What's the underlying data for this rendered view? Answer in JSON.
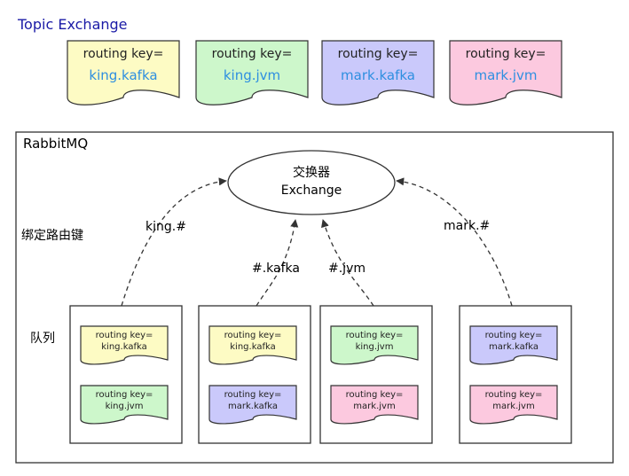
{
  "title": "Topic Exchange",
  "colors": {
    "title": "#1a1aa6",
    "accent_text": "#2e8fe0",
    "yellow": "#fdfbc4",
    "green": "#cdf7cb",
    "purple": "#cac9fb",
    "pink": "#fcc9df",
    "stroke": "#333333"
  },
  "messages": [
    {
      "label": "routing key=",
      "key": "king.kafka",
      "color": "yellow"
    },
    {
      "label": "routing key=",
      "key": "king.jvm",
      "color": "green"
    },
    {
      "label": "routing key=",
      "key": "mark.kafka",
      "color": "purple"
    },
    {
      "label": "routing key=",
      "key": "mark.jvm",
      "color": "pink"
    }
  ],
  "broker": {
    "name": "RabbitMQ",
    "exchange_line1": "交换器",
    "exchange_line2": "Exchange",
    "binding_label": "绑定路由键",
    "queue_label": "队列"
  },
  "bindings": [
    "king.#",
    "#.kafka",
    "#.jvm",
    "mark.#"
  ],
  "queues": [
    {
      "cards": [
        {
          "label": "routing key=",
          "key": "king.kafka",
          "color": "yellow"
        },
        {
          "label": "routing key=",
          "key": "king.jvm",
          "color": "green"
        }
      ]
    },
    {
      "cards": [
        {
          "label": "routing key=",
          "key": "king.kafka",
          "color": "yellow"
        },
        {
          "label": "routing key=",
          "key": "mark.kafka",
          "color": "purple"
        }
      ]
    },
    {
      "cards": [
        {
          "label": "routing key=",
          "key": "king.jvm",
          "color": "green"
        },
        {
          "label": "routing key=",
          "key": "mark.jvm",
          "color": "pink"
        }
      ]
    },
    {
      "cards": [
        {
          "label": "routing key=",
          "key": "mark.kafka",
          "color": "purple"
        },
        {
          "label": "routing key=",
          "key": "mark.jvm",
          "color": "pink"
        }
      ]
    }
  ]
}
